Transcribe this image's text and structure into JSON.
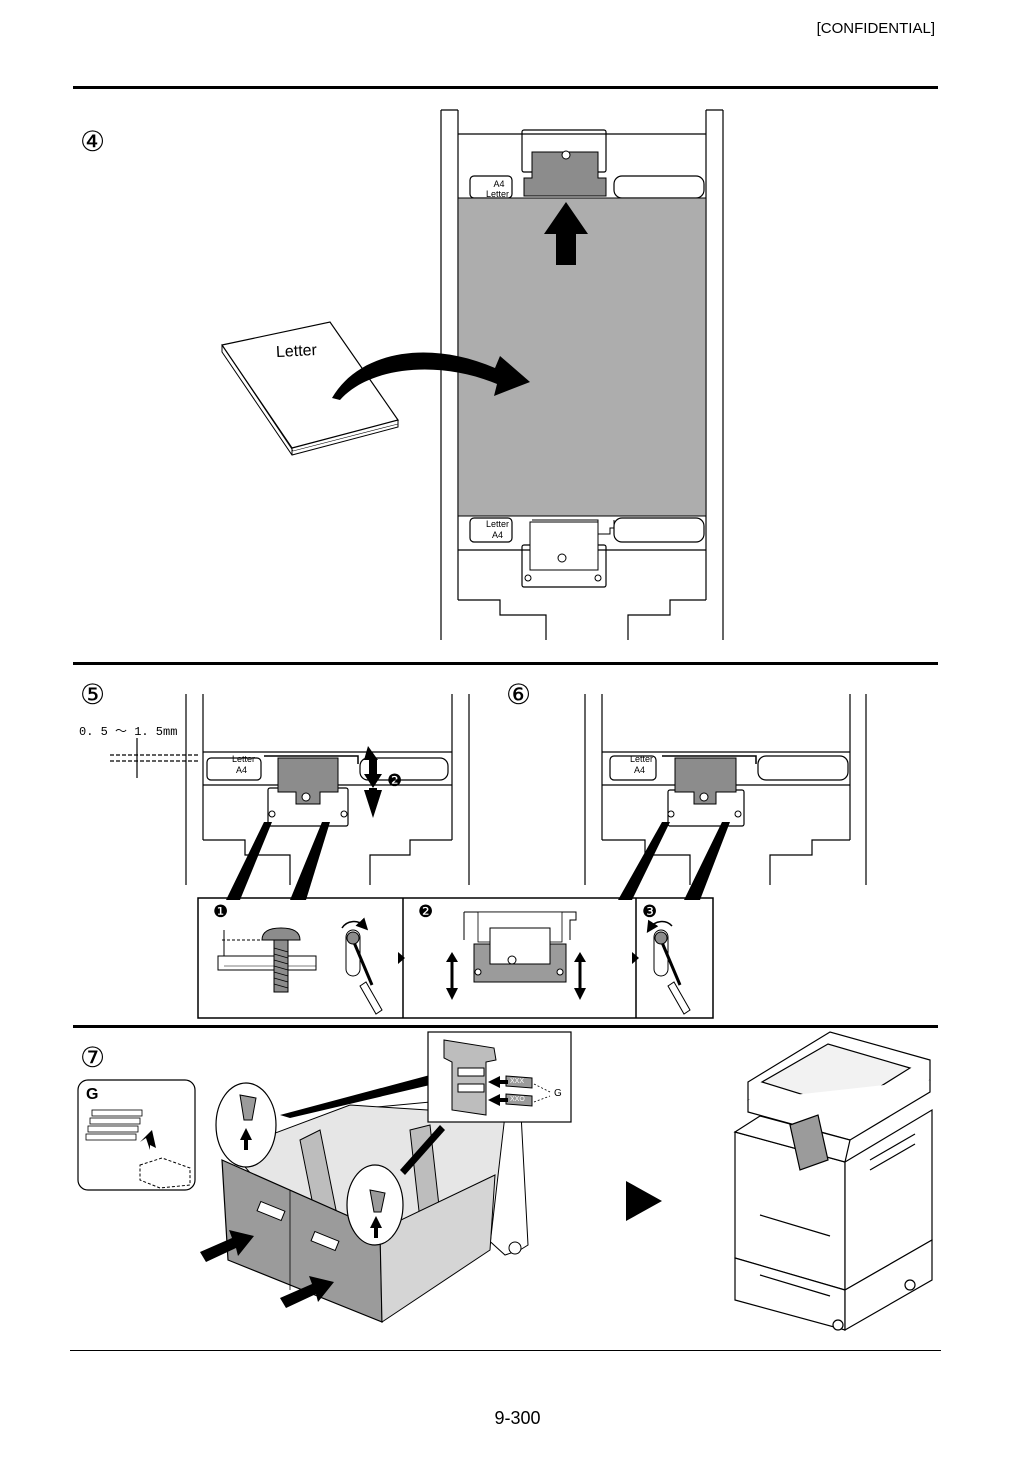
{
  "header": {
    "text": "[CONFIDENTIAL]"
  },
  "steps": {
    "s4": "④",
    "s5": "⑤",
    "s6": "⑥",
    "s7": "⑦"
  },
  "figure4": {
    "paper_label": "Letter",
    "top_label_a4": "A4",
    "top_label_letter": "Letter",
    "bottom_label_letter": "Letter",
    "bottom_label_a4": "A4"
  },
  "figure5": {
    "gap_spec": "0. 5 ～ 1. 5mm",
    "label_letter": "Letter",
    "label_a4": "A4",
    "callout": "❷"
  },
  "figure6": {
    "label_letter": "Letter",
    "label_a4": "A4"
  },
  "detail": {
    "n1": "❶",
    "n2": "❷",
    "n3": "❸"
  },
  "figure7": {
    "kit_label": "G",
    "part_label": "G",
    "label_xxx_1": "XXX",
    "label_xxx_2": "XX",
    "label_xxx_2_suffix": "O"
  },
  "footer": {
    "page_number": "9-300"
  },
  "colors": {
    "paper_gray": "#adadad",
    "guide_gray": "#8c8c8c",
    "tray_gray": "#9b9b9b",
    "line": "#000000"
  }
}
